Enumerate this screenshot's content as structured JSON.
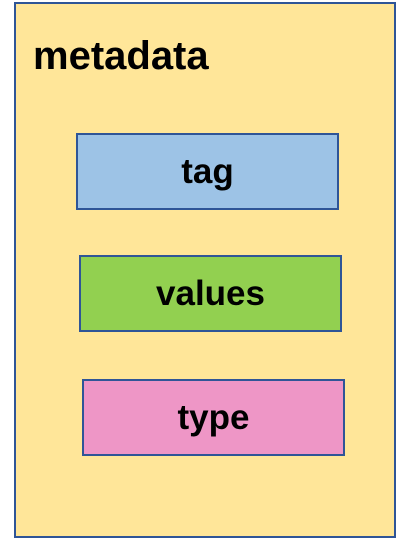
{
  "diagram": {
    "container": {
      "title": "metadata"
    },
    "fields": [
      {
        "label": "tag",
        "color": "#9DC3E6"
      },
      {
        "label": "values",
        "color": "#92D050"
      },
      {
        "label": "type",
        "color": "#EE96C6"
      }
    ],
    "colors": {
      "container_fill": "#FFE699",
      "border": "#2F5597"
    }
  }
}
